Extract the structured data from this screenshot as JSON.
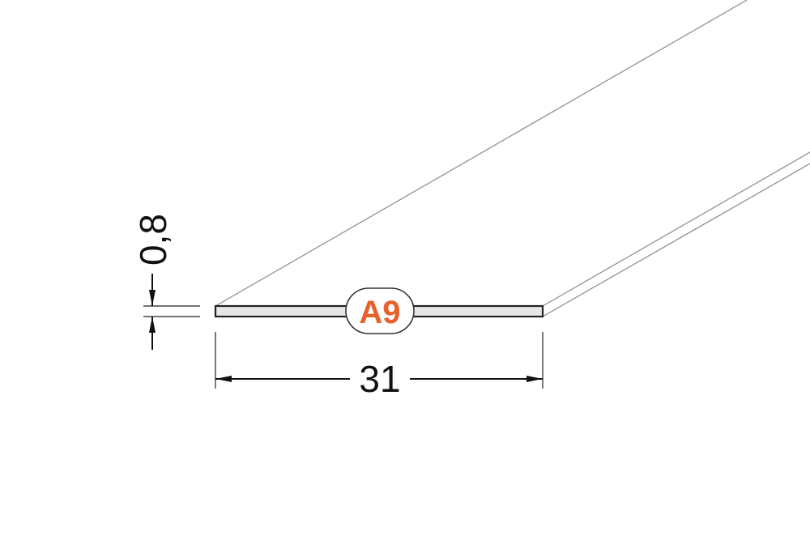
{
  "drawing": {
    "profile_code": "A9",
    "dimensions": {
      "width_label": "31",
      "thickness_label": "0,8"
    }
  },
  "colors": {
    "background": "#ffffff",
    "profile_fill": "#e6e6e6",
    "outline": "#222222",
    "perspective_lines": "#8a8a8a",
    "badge_accent": "#e8602c"
  }
}
